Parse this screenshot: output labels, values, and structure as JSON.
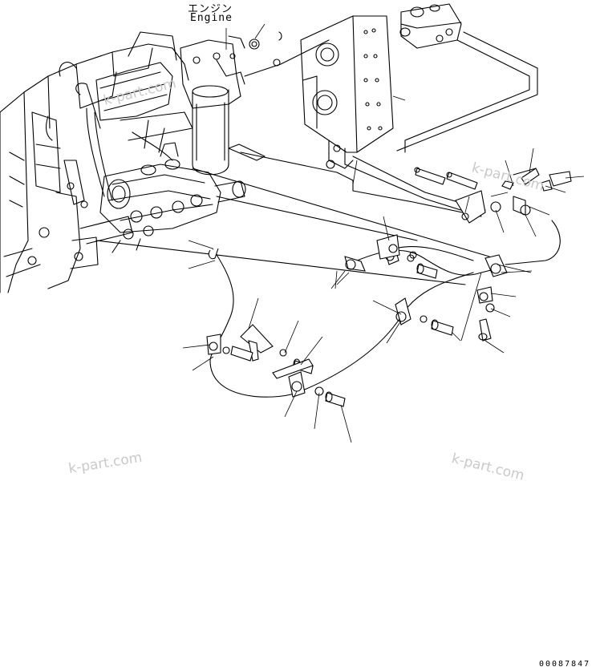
{
  "engine_label_jp": "エンジン",
  "engine_label_en": "Engine",
  "watermarks": [
    "k-part.com",
    "k-part.com",
    "k-part.com",
    "k-part.com"
  ],
  "document_id": "00087847"
}
